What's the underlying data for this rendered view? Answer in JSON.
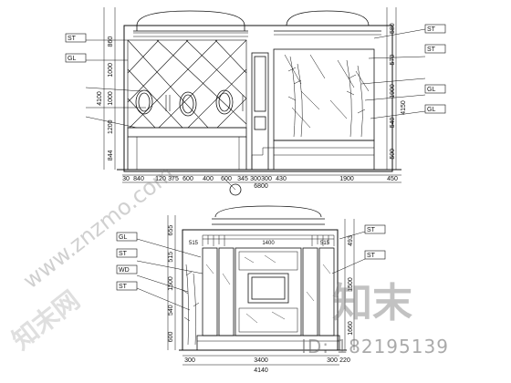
{
  "upper": {
    "left_dims": [
      "860",
      "1000",
      "1000",
      "1200",
      "844"
    ],
    "left_total": "4100",
    "bottom_dims": [
      "30",
      "840",
      "120",
      "375",
      "600",
      "400",
      "600",
      "345",
      "300",
      "300",
      "430",
      "1900",
      "450"
    ],
    "bottom_total": "6800",
    "right_dims": [
      "580",
      "570",
      "1900",
      "540",
      "500"
    ],
    "right_total": "4150",
    "left_tags": [
      "ST",
      "GL",
      "",
      "",
      ""
    ],
    "right_tags": [
      "ST",
      "ST",
      "",
      "GL",
      "GL"
    ]
  },
  "lower": {
    "left_dims": [
      "655",
      "515",
      "1500",
      "540",
      "600"
    ],
    "top_dims": [
      "515",
      "1400",
      "515"
    ],
    "bottom_dims": [
      "300",
      "3400",
      "300",
      "220"
    ],
    "bottom_total": "4140",
    "right_dims": [
      "493",
      "1500",
      "1660"
    ],
    "left_tags": [
      "GL",
      "ST",
      "WD",
      "ST"
    ],
    "right_tags": [
      "ST",
      "ST"
    ]
  },
  "watermark": {
    "site": "www.znzmo.com",
    "brand": "知末网",
    "cn": "知末",
    "id": "ID: 182195139"
  }
}
